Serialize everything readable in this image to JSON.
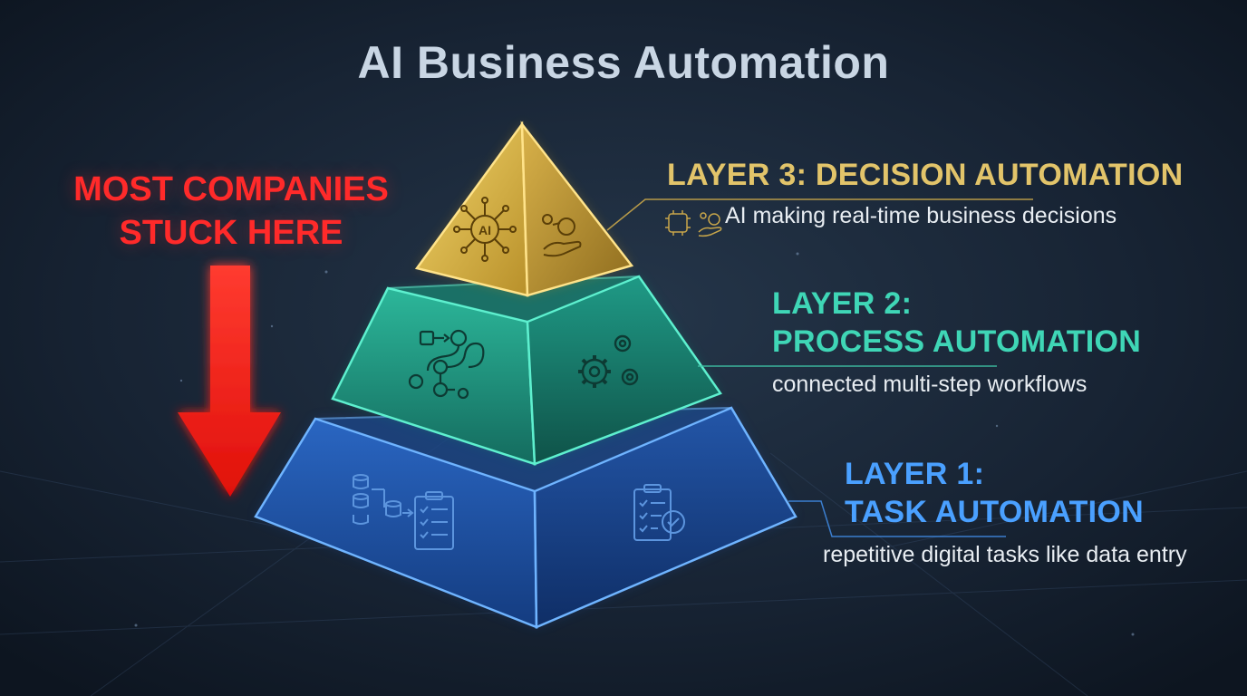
{
  "title": "AI Business Automation",
  "callout": {
    "line1": "MOST COMPANIES",
    "line2": "STUCK HERE",
    "color": "#ff2a2a"
  },
  "layers": [
    {
      "heading_line1": "LAYER 3: DECISION AUTOMATION",
      "description": "AI making real-time business decisions",
      "color": "#e2c46a",
      "icons": [
        "ai-network-icon",
        "hand-coin-icon"
      ],
      "inline_icons": [
        "ai-chip-icon",
        "hand-coin-icon"
      ]
    },
    {
      "heading_line1": "LAYER 2:",
      "heading_line2": "PROCESS AUTOMATION",
      "description": "connected multi-step workflows",
      "color": "#3fd6b6",
      "icons": [
        "workflow-icon",
        "gears-icon"
      ]
    },
    {
      "heading_line1": "LAYER 1:",
      "heading_line2": "TASK AUTOMATION",
      "description": "repetitive digital tasks like data entry",
      "color": "#4aa0ff",
      "icons": [
        "database-checklist-icon",
        "clipboard-check-icon"
      ]
    }
  ],
  "ai_icon_label": "AI"
}
